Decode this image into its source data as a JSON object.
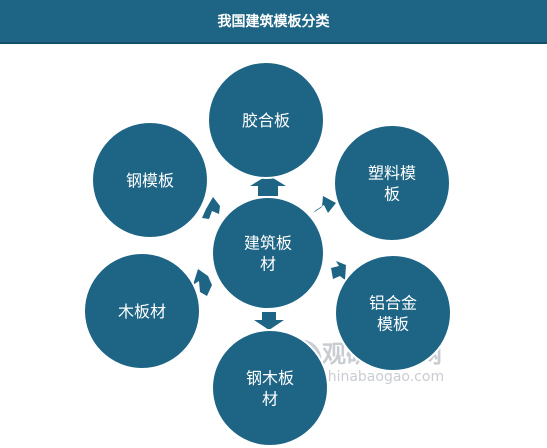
{
  "title": "我国建筑模板分类",
  "center": {
    "lines": [
      "建筑板",
      "材"
    ]
  },
  "nodes": [
    {
      "id": "jiaohe",
      "lines": [
        "胶合板"
      ]
    },
    {
      "id": "suliao",
      "lines": [
        "塑料模",
        "板"
      ]
    },
    {
      "id": "lvhejin",
      "lines": [
        "铝合金",
        "模板"
      ]
    },
    {
      "id": "gangmu",
      "lines": [
        "钢木板",
        "材"
      ]
    },
    {
      "id": "muban",
      "lines": [
        "木板材"
      ]
    },
    {
      "id": "gangmoban",
      "lines": [
        "钢模板"
      ]
    }
  ],
  "watermark": {
    "cn": "观研报告网",
    "en": "chinabaogao.com"
  },
  "colors": {
    "circle": "#1e6585",
    "circle_stroke": "#ffffff",
    "arrow": "#1e6585",
    "header": "#1e6585"
  }
}
